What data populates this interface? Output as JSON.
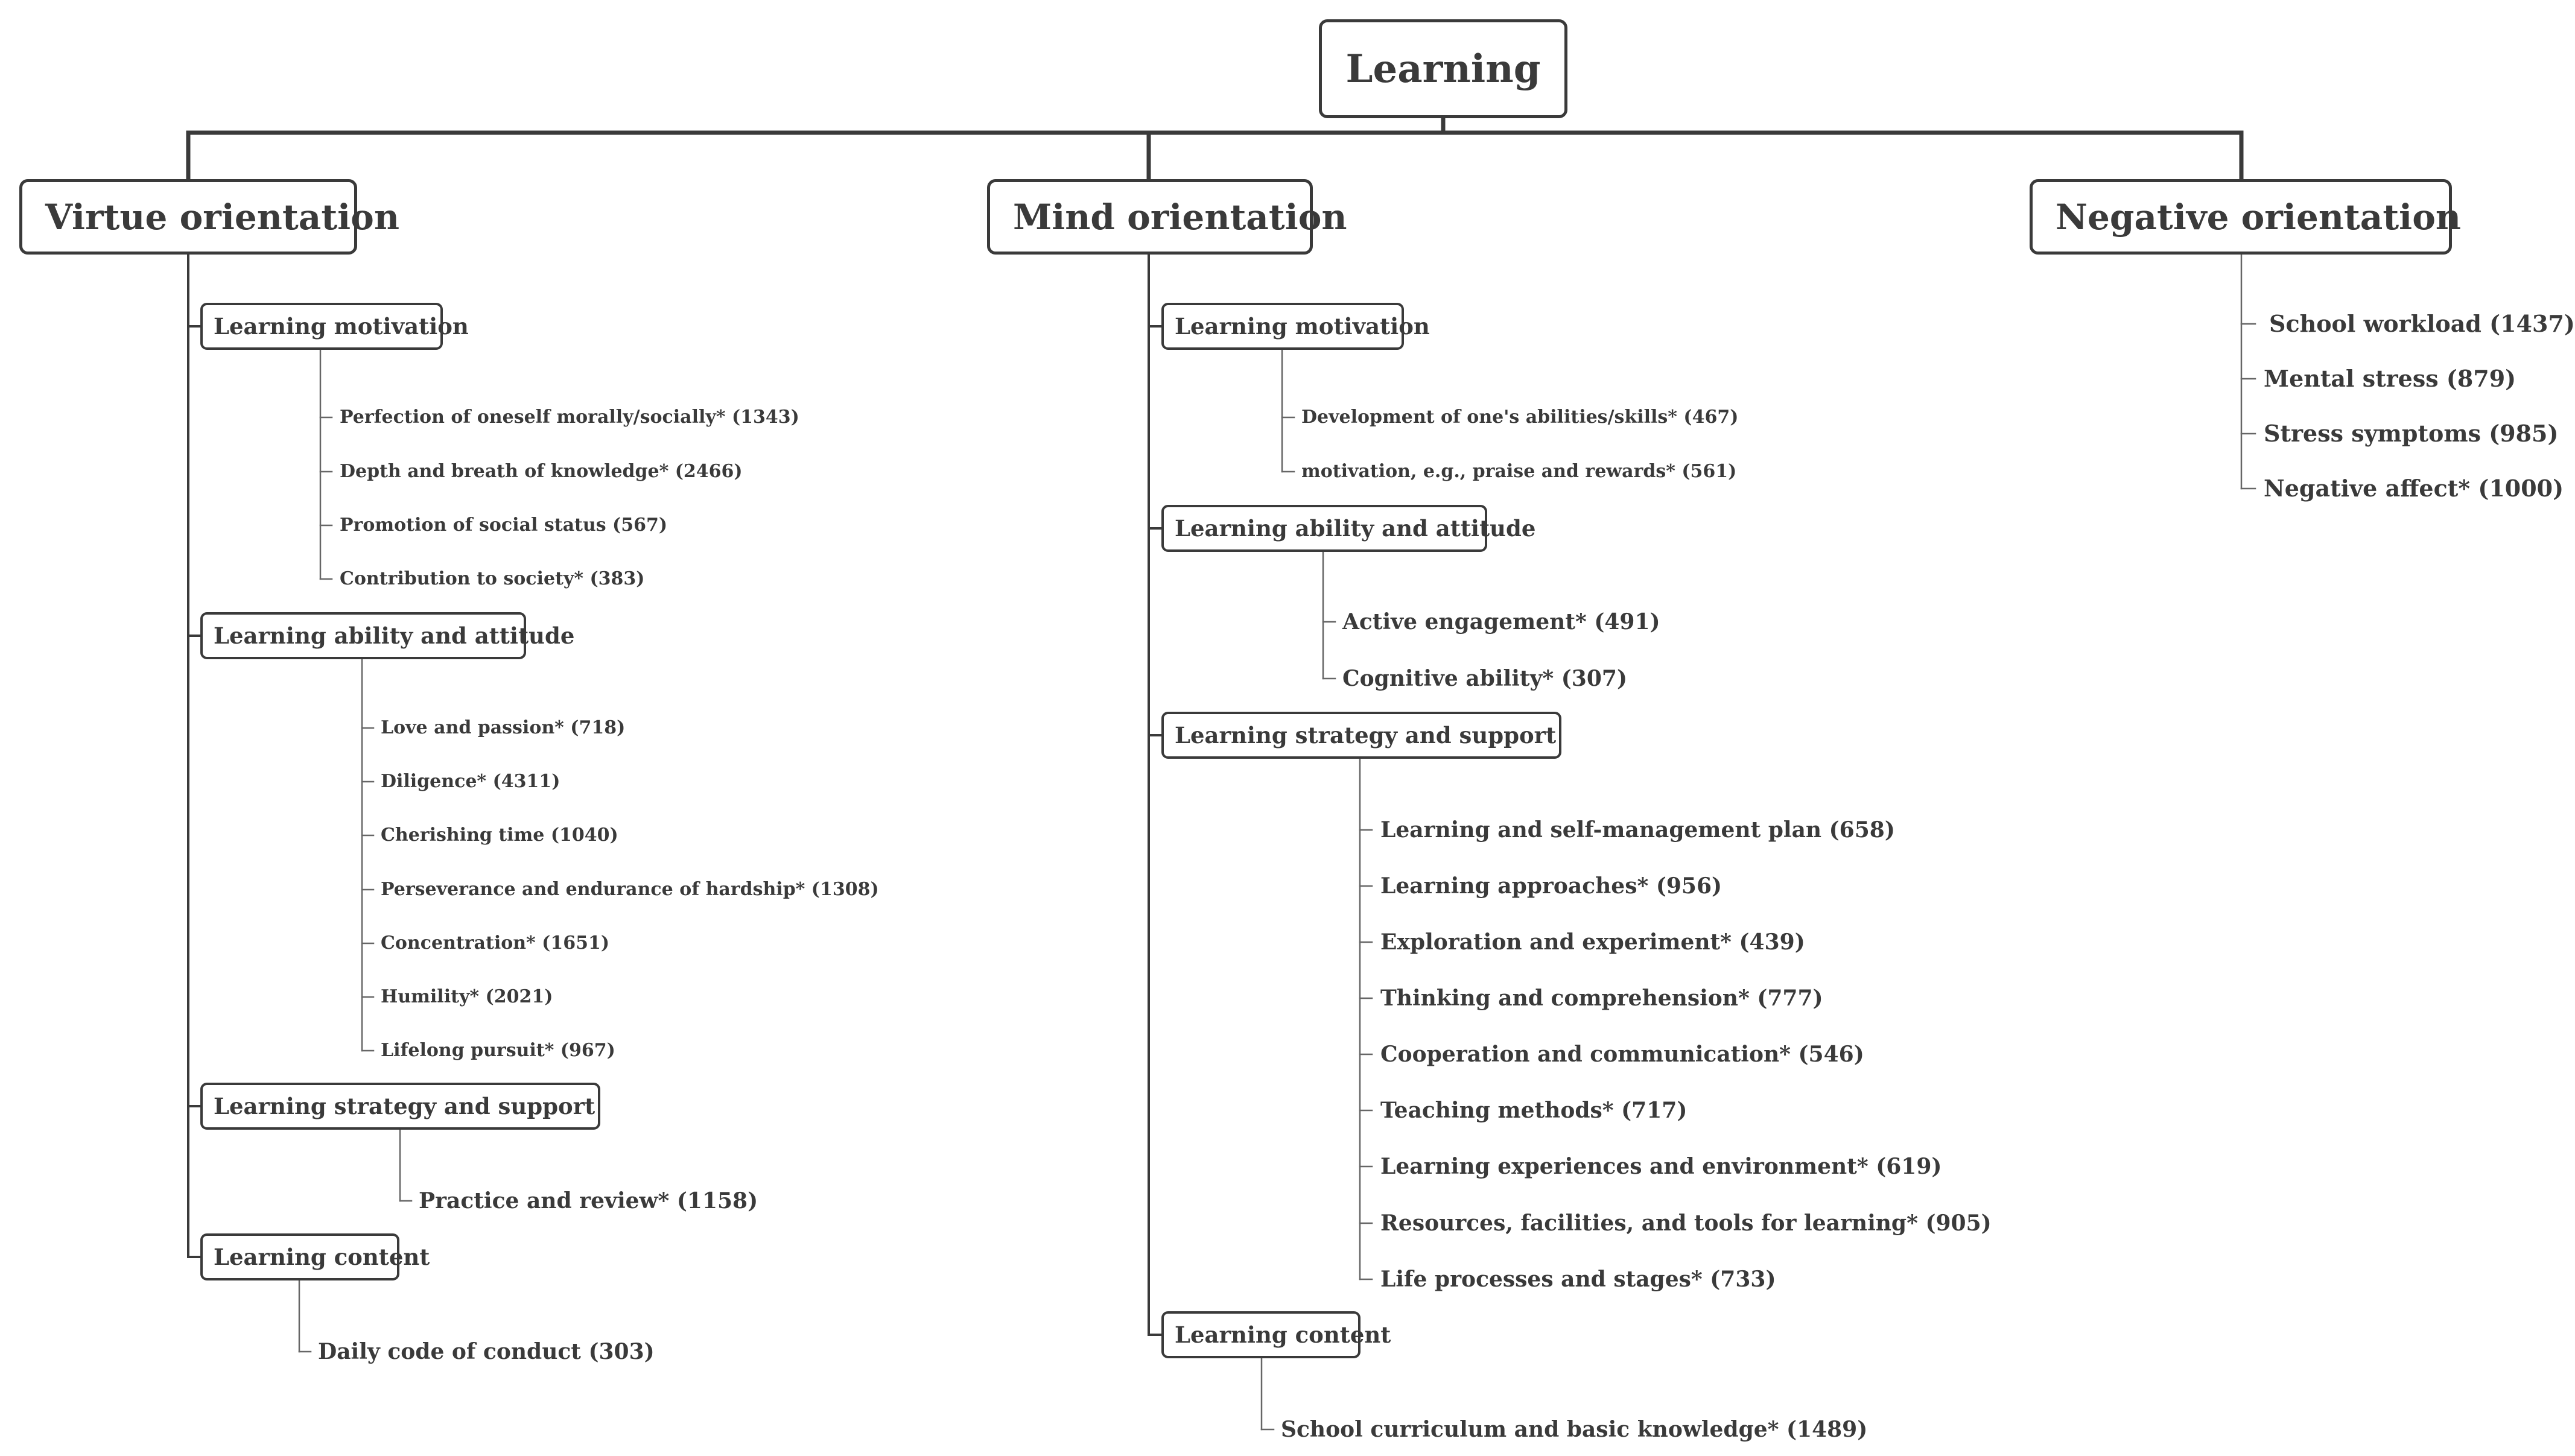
{
  "root": {
    "label": "Learning"
  },
  "categories": [
    {
      "label": "Virtue orientation",
      "groups": [
        {
          "label": "Learning motivation",
          "items": [
            "Perfection of oneself morally/socially* (1343)",
            "Depth and breath of knowledge* (2466)",
            "Promotion of social status (567)",
            "Contribution to society* (383)"
          ]
        },
        {
          "label": "Learning ability and attitude",
          "items": [
            "Love and passion* (718)",
            "Diligence* (4311)",
            "Cherishing time (1040)",
            "Perseverance and endurance of hardship* (1308)",
            "Concentration* (1651)",
            "Humility* (2021)",
            "Lifelong pursuit* (967)"
          ]
        },
        {
          "label": "Learning strategy and support",
          "items": [
            "Practice and review* (1158)"
          ]
        },
        {
          "label": "Learning content",
          "items": [
            "Daily code of conduct (303)"
          ]
        }
      ]
    },
    {
      "label": "Mind orientation",
      "groups": [
        {
          "label": "Learning motivation",
          "items": [
            "Development of one's abilities/skills* (467)",
            "motivation, e.g., praise and rewards* (561)"
          ]
        },
        {
          "label": "Learning ability and attitude",
          "items": [
            "Active engagement* (491)",
            "Cognitive ability* (307)"
          ]
        },
        {
          "label": "Learning strategy and support",
          "items": [
            "Learning and self-management plan (658)",
            "Learning approaches* (956)",
            "Exploration and experiment* (439)",
            "Thinking and comprehension* (777)",
            "Cooperation and communication* (546)",
            "Teaching methods* (717)",
            "Learning experiences and environment* (619)",
            "Resources, facilities, and tools for learning* (905)",
            "Life processes and stages* (733)"
          ]
        },
        {
          "label": "Learning content",
          "items": [
            "School curriculum and basic knowledge* (1489)"
          ]
        }
      ]
    },
    {
      "label": "Negative orientation",
      "items": [
        "School workload (1437)",
        "Mental stress (879)",
        "Stress symptoms (985)",
        "Negative affect* (1000)"
      ]
    }
  ]
}
